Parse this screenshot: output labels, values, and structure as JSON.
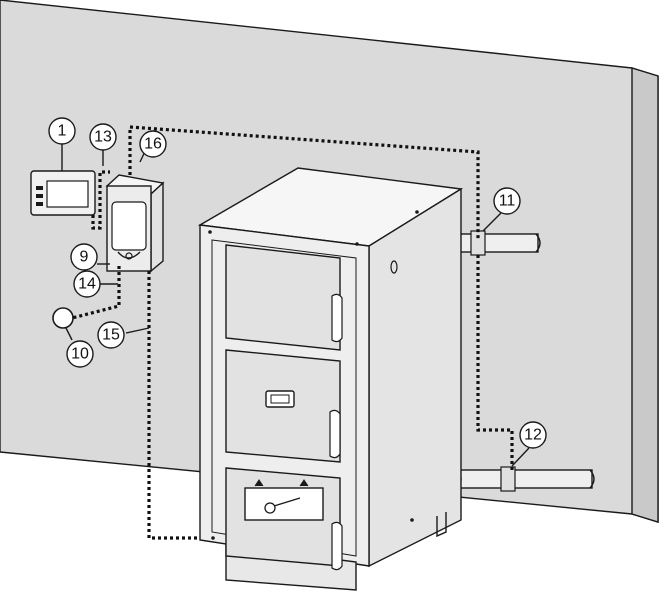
{
  "callouts": [
    {
      "id": "1",
      "text": "1"
    },
    {
      "id": "13",
      "text": "13"
    },
    {
      "id": "16",
      "text": "16"
    },
    {
      "id": "9",
      "text": "9"
    },
    {
      "id": "14",
      "text": "14"
    },
    {
      "id": "10",
      "text": "10"
    },
    {
      "id": "15",
      "text": "15"
    },
    {
      "id": "11",
      "text": "11"
    },
    {
      "id": "12",
      "text": "12"
    }
  ],
  "colors": {
    "wall": "#dadada",
    "wall_edge": "#c2c2c2",
    "line": "#1a1a1a",
    "boiler_front": "#eeeeee",
    "boiler_top": "#f6f6f6",
    "boiler_side": "#e4e4e4",
    "door": "#e2e2e2"
  }
}
